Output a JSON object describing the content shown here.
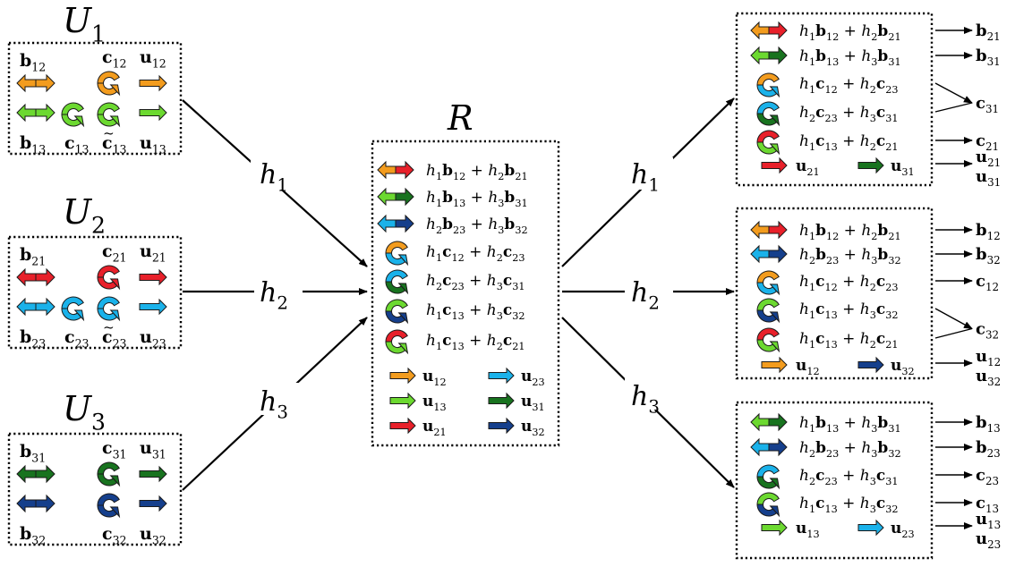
{
  "colors": {
    "orange": "#F39C1E",
    "lime": "#6CD930",
    "red": "#E8202A",
    "cyan": "#1AB2EA",
    "darkgreen": "#18731F",
    "navy": "#153F8C",
    "stroke": "#1a1a1a"
  },
  "users": [
    {
      "name": "U",
      "sub": "1",
      "labels": {
        "b_top": [
          "b",
          "12",
          ""
        ],
        "c_top": [
          "c",
          "12",
          ""
        ],
        "u_top": [
          "u",
          "12",
          ""
        ],
        "b_bot": [
          "b",
          "13",
          ""
        ],
        "c_bot": [
          "c",
          "13",
          ""
        ],
        "c_bot2": [
          "c",
          "13",
          "~"
        ],
        "u_bot": [
          "u",
          "13",
          ""
        ]
      },
      "symbols": {
        "row1_bi": [
          "orange",
          "orange"
        ],
        "row1_circ": [
          "orange",
          "orange"
        ],
        "row1_arrow": "orange",
        "row2_bi": [
          "lime",
          "lime"
        ],
        "row2_circ1": [
          "lime",
          "lime"
        ],
        "row2_circ2": [
          "lime",
          "lime"
        ],
        "row2_arrow": "lime"
      }
    },
    {
      "name": "U",
      "sub": "2",
      "labels": {
        "b_top": [
          "b",
          "21",
          ""
        ],
        "c_top": [
          "c",
          "21",
          ""
        ],
        "u_top": [
          "u",
          "21",
          ""
        ],
        "b_bot": [
          "b",
          "23",
          ""
        ],
        "c_bot": [
          "c",
          "23",
          ""
        ],
        "c_bot2": [
          "c",
          "23",
          "~"
        ],
        "u_bot": [
          "u",
          "23",
          ""
        ]
      },
      "symbols": {
        "row1_bi": [
          "red",
          "red"
        ],
        "row1_circ": [
          "red",
          "red"
        ],
        "row1_arrow": "red",
        "row2_bi": [
          "cyan",
          "cyan"
        ],
        "row2_circ1": [
          "cyan",
          "cyan"
        ],
        "row2_circ2": [
          "cyan",
          "cyan"
        ],
        "row2_arrow": "cyan"
      }
    },
    {
      "name": "U",
      "sub": "3",
      "labels": {
        "b_top": [
          "b",
          "31",
          ""
        ],
        "c_top": [
          "c",
          "31",
          ""
        ],
        "u_top": [
          "u",
          "31",
          ""
        ],
        "b_bot": [
          "b",
          "32",
          ""
        ],
        "c_bot": [
          "c",
          "32",
          ""
        ],
        "u_bot": [
          "u",
          "32",
          ""
        ]
      },
      "symbols": {
        "row1_bi": [
          "darkgreen",
          "darkgreen"
        ],
        "row1_circ": [
          "darkgreen",
          "darkgreen"
        ],
        "row1_arrow": "darkgreen",
        "row2_bi": [
          "navy",
          "navy"
        ],
        "row2_circ": [
          "navy",
          "navy"
        ],
        "row2_arrow": "navy"
      }
    }
  ],
  "channel_labels": [
    [
      "h",
      "1"
    ],
    [
      "h",
      "2"
    ],
    [
      "h",
      "3"
    ],
    [
      "h",
      "1"
    ],
    [
      "h",
      "2"
    ],
    [
      "h",
      "3"
    ]
  ],
  "relay": {
    "name": "R",
    "items": [
      {
        "sym": "bi",
        "colors": [
          "orange",
          "red"
        ],
        "expr": [
          [
            "h",
            "1"
          ],
          [
            "b",
            "12",
            ""
          ],
          "+",
          [
            "h",
            "2"
          ],
          [
            "b",
            "21",
            ""
          ]
        ]
      },
      {
        "sym": "bi",
        "colors": [
          "lime",
          "darkgreen"
        ],
        "expr": [
          [
            "h",
            "1"
          ],
          [
            "b",
            "13",
            ""
          ],
          "+",
          [
            "h",
            "3"
          ],
          [
            "b",
            "31",
            ""
          ]
        ]
      },
      {
        "sym": "bi",
        "colors": [
          "cyan",
          "navy"
        ],
        "expr": [
          [
            "h",
            "2"
          ],
          [
            "b",
            "23",
            ""
          ],
          "+",
          [
            "h",
            "3"
          ],
          [
            "b",
            "32",
            ""
          ]
        ]
      },
      {
        "sym": "circ",
        "colors": [
          "orange",
          "cyan"
        ],
        "expr": [
          [
            "h",
            "1"
          ],
          [
            "c",
            "12",
            ""
          ],
          "+",
          [
            "h",
            "2"
          ],
          [
            "c",
            "23",
            ""
          ]
        ]
      },
      {
        "sym": "circ",
        "colors": [
          "cyan",
          "darkgreen"
        ],
        "expr": [
          [
            "h",
            "2"
          ],
          [
            "c",
            "23",
            "~"
          ],
          "+",
          [
            "h",
            "3"
          ],
          [
            "c",
            "31",
            ""
          ]
        ]
      },
      {
        "sym": "circ",
        "colors": [
          "lime",
          "navy"
        ],
        "expr": [
          [
            "h",
            "1"
          ],
          [
            "c",
            "13",
            ""
          ],
          "+",
          [
            "h",
            "3"
          ],
          [
            "c",
            "32",
            ""
          ]
        ]
      },
      {
        "sym": "circ",
        "colors": [
          "red",
          "lime"
        ],
        "expr": [
          [
            "h",
            "1"
          ],
          [
            "c",
            "13",
            "~"
          ],
          "+",
          [
            "h",
            "2"
          ],
          [
            "c",
            "21",
            ""
          ]
        ]
      }
    ],
    "u_rows": [
      [
        {
          "color": "orange",
          "label": [
            "u",
            "12",
            ""
          ]
        },
        {
          "color": "cyan",
          "label": [
            "u",
            "23",
            ""
          ]
        }
      ],
      [
        {
          "color": "lime",
          "label": [
            "u",
            "13",
            ""
          ]
        },
        {
          "color": "darkgreen",
          "label": [
            "u",
            "31",
            ""
          ]
        }
      ],
      [
        {
          "color": "red",
          "label": [
            "u",
            "21",
            ""
          ]
        },
        {
          "color": "navy",
          "label": [
            "u",
            "32",
            ""
          ]
        }
      ]
    ]
  },
  "outputs": [
    {
      "items": [
        {
          "sym": "bi",
          "colors": [
            "orange",
            "red"
          ],
          "expr": [
            [
              "h",
              "1"
            ],
            [
              "b",
              "12",
              ""
            ],
            "+",
            [
              "h",
              "2"
            ],
            [
              "b",
              "21",
              ""
            ]
          ]
        },
        {
          "sym": "bi",
          "colors": [
            "lime",
            "darkgreen"
          ],
          "expr": [
            [
              "h",
              "1"
            ],
            [
              "b",
              "13",
              ""
            ],
            "+",
            [
              "h",
              "3"
            ],
            [
              "b",
              "31",
              ""
            ]
          ]
        },
        {
          "sym": "circ",
          "colors": [
            "orange",
            "cyan"
          ],
          "expr": [
            [
              "h",
              "1"
            ],
            [
              "c",
              "12",
              ""
            ],
            "+",
            [
              "h",
              "2"
            ],
            [
              "c",
              "23",
              ""
            ]
          ]
        },
        {
          "sym": "circ",
          "colors": [
            "cyan",
            "darkgreen"
          ],
          "expr": [
            [
              "h",
              "2"
            ],
            [
              "c",
              "23",
              "~"
            ],
            "+",
            [
              "h",
              "3"
            ],
            [
              "c",
              "31",
              ""
            ]
          ]
        },
        {
          "sym": "circ",
          "colors": [
            "red",
            "lime"
          ],
          "expr": [
            [
              "h",
              "1"
            ],
            [
              "c",
              "13",
              "~"
            ],
            "+",
            [
              "h",
              "2"
            ],
            [
              "c",
              "21",
              ""
            ]
          ]
        }
      ],
      "u_row": [
        {
          "color": "red",
          "label": [
            "u",
            "21",
            ""
          ]
        },
        {
          "color": "darkgreen",
          "label": [
            "u",
            "31",
            ""
          ]
        }
      ],
      "decoded": [
        {
          "from": [
            0
          ],
          "label": [
            "b",
            "21",
            ""
          ]
        },
        {
          "from": [
            1
          ],
          "label": [
            "b",
            "31",
            ""
          ]
        },
        {
          "from": [
            2,
            3
          ],
          "label": [
            "c",
            "31",
            ""
          ]
        },
        {
          "from": [
            4
          ],
          "label": [
            "c",
            "21",
            ""
          ]
        },
        {
          "from": [
            "u"
          ],
          "label": [
            "u",
            "21",
            ""
          ],
          "label2": [
            "u",
            "31",
            ""
          ]
        }
      ]
    },
    {
      "items": [
        {
          "sym": "bi",
          "colors": [
            "orange",
            "red"
          ],
          "expr": [
            [
              "h",
              "1"
            ],
            [
              "b",
              "12",
              ""
            ],
            "+",
            [
              "h",
              "2"
            ],
            [
              "b",
              "21",
              ""
            ]
          ]
        },
        {
          "sym": "bi",
          "colors": [
            "cyan",
            "navy"
          ],
          "expr": [
            [
              "h",
              "2"
            ],
            [
              "b",
              "23",
              ""
            ],
            "+",
            [
              "h",
              "3"
            ],
            [
              "b",
              "32",
              ""
            ]
          ]
        },
        {
          "sym": "circ",
          "colors": [
            "orange",
            "cyan"
          ],
          "expr": [
            [
              "h",
              "1"
            ],
            [
              "c",
              "12",
              ""
            ],
            "+",
            [
              "h",
              "2"
            ],
            [
              "c",
              "23",
              ""
            ]
          ]
        },
        {
          "sym": "circ",
          "colors": [
            "lime",
            "navy"
          ],
          "expr": [
            [
              "h",
              "1"
            ],
            [
              "c",
              "13",
              ""
            ],
            "+",
            [
              "h",
              "3"
            ],
            [
              "c",
              "32",
              ""
            ]
          ]
        },
        {
          "sym": "circ",
          "colors": [
            "red",
            "lime"
          ],
          "expr": [
            [
              "h",
              "1"
            ],
            [
              "c",
              "13",
              "~"
            ],
            "+",
            [
              "h",
              "2"
            ],
            [
              "c",
              "21",
              ""
            ]
          ]
        }
      ],
      "u_row": [
        {
          "color": "orange",
          "label": [
            "u",
            "12",
            ""
          ]
        },
        {
          "color": "navy",
          "label": [
            "u",
            "32",
            ""
          ]
        }
      ],
      "decoded": [
        {
          "from": [
            0
          ],
          "label": [
            "b",
            "12",
            ""
          ]
        },
        {
          "from": [
            1
          ],
          "label": [
            "b",
            "32",
            ""
          ]
        },
        {
          "from": [
            2
          ],
          "label": [
            "c",
            "12",
            ""
          ]
        },
        {
          "from": [
            3,
            4
          ],
          "label": [
            "c",
            "32",
            ""
          ]
        },
        {
          "from": [
            "u"
          ],
          "label": [
            "u",
            "12",
            ""
          ],
          "label2": [
            "u",
            "32",
            ""
          ]
        }
      ]
    },
    {
      "items": [
        {
          "sym": "bi",
          "colors": [
            "lime",
            "darkgreen"
          ],
          "expr": [
            [
              "h",
              "1"
            ],
            [
              "b",
              "13",
              ""
            ],
            "+",
            [
              "h",
              "3"
            ],
            [
              "b",
              "31",
              ""
            ]
          ]
        },
        {
          "sym": "bi",
          "colors": [
            "cyan",
            "navy"
          ],
          "expr": [
            [
              "h",
              "2"
            ],
            [
              "b",
              "23",
              ""
            ],
            "+",
            [
              "h",
              "3"
            ],
            [
              "b",
              "32",
              ""
            ]
          ]
        },
        {
          "sym": "circ",
          "colors": [
            "cyan",
            "darkgreen"
          ],
          "expr": [
            [
              "h",
              "2"
            ],
            [
              "c",
              "23",
              "~"
            ],
            "+",
            [
              "h",
              "3"
            ],
            [
              "c",
              "31",
              ""
            ]
          ]
        },
        {
          "sym": "circ",
          "colors": [
            "lime",
            "navy"
          ],
          "expr": [
            [
              "h",
              "1"
            ],
            [
              "c",
              "13",
              ""
            ],
            "+",
            [
              "h",
              "3"
            ],
            [
              "c",
              "32",
              ""
            ]
          ]
        }
      ],
      "u_row": [
        {
          "color": "lime",
          "label": [
            "u",
            "13",
            ""
          ]
        },
        {
          "color": "cyan",
          "label": [
            "u",
            "23",
            ""
          ]
        }
      ],
      "decoded": [
        {
          "from": [
            0
          ],
          "label": [
            "b",
            "13",
            ""
          ]
        },
        {
          "from": [
            1
          ],
          "label": [
            "b",
            "23",
            ""
          ]
        },
        {
          "from": [
            2
          ],
          "label": [
            "c",
            "23",
            ""
          ]
        },
        {
          "from": [
            3
          ],
          "label": [
            "c",
            "13",
            ""
          ]
        },
        {
          "from": [
            "u"
          ],
          "label": [
            "u",
            "13",
            ""
          ],
          "label2": [
            "u",
            "23",
            ""
          ]
        }
      ]
    }
  ]
}
